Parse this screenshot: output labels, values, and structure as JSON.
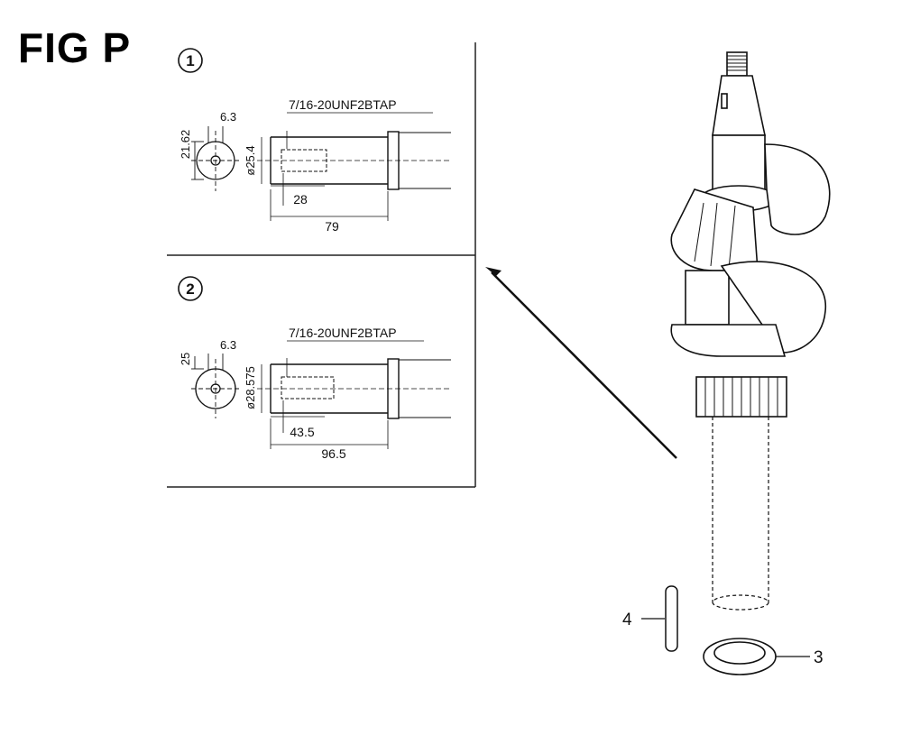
{
  "figure": {
    "title": "FIG P"
  },
  "panel1": {
    "number": "1",
    "thread_label": "7/16-20UNF2BTAP",
    "dim_height": "21.62",
    "dim_width": "6.3",
    "dim_diameter": "ø25.4",
    "dim_tap_depth": "28",
    "dim_length": "79"
  },
  "panel2": {
    "number": "2",
    "thread_label": "7/16-20UNF2BTAP",
    "dim_height": "25",
    "dim_width": "6.3",
    "dim_diameter": "ø28.575",
    "dim_tap_depth": "43.5",
    "dim_length": "96.5"
  },
  "callouts": [
    {
      "number": "4",
      "part": "pin"
    },
    {
      "number": "3",
      "part": "seal-ring"
    }
  ]
}
